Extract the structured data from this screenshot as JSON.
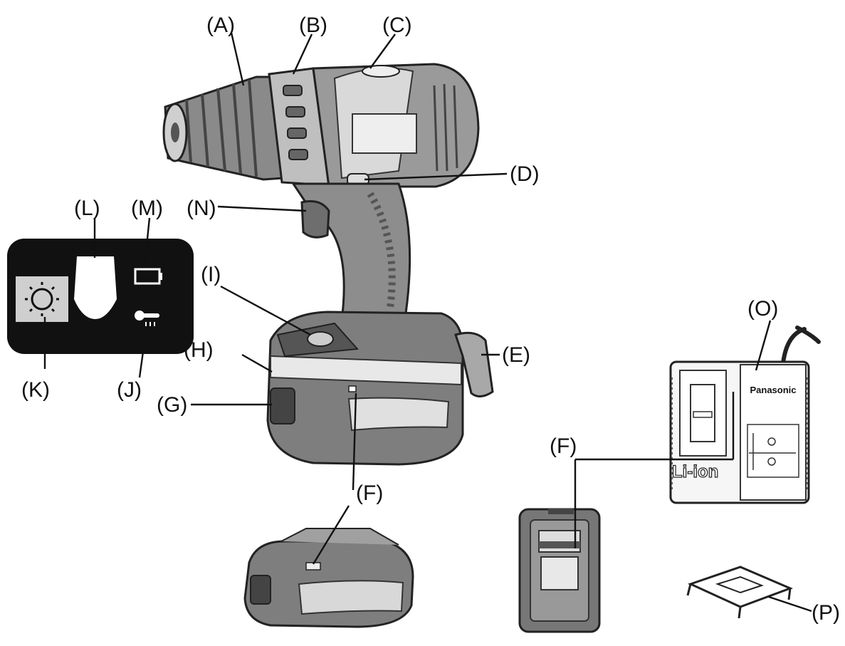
{
  "callouts": {
    "A": "(A)",
    "B": "(B)",
    "C": "(C)",
    "D": "(D)",
    "E": "(E)",
    "F": "(F)",
    "G": "(G)",
    "H": "(H)",
    "I": "(I)",
    "J": "(J)",
    "K": "(K)",
    "L": "(L)",
    "M": "(M)",
    "N": "(N)",
    "O": "(O)",
    "P": "(P)"
  },
  "charger": {
    "brand": "Panasonic",
    "battery_type": "Li-ion"
  }
}
